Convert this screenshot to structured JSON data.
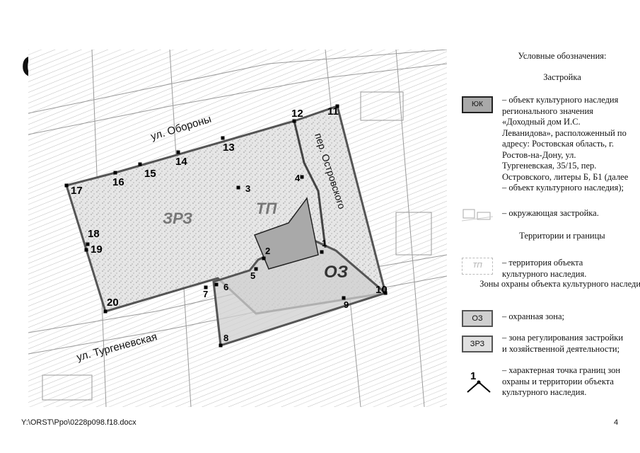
{
  "compass": {
    "letter": "С"
  },
  "map": {
    "streets": [
      {
        "label": "ул. Обороны"
      },
      {
        "label": "ул. Тургеневская"
      },
      {
        "label": "пер. Островского"
      }
    ],
    "zones": [
      {
        "label": "ЗРЗ"
      },
      {
        "label": "ТП"
      },
      {
        "label": "ОЗ"
      }
    ],
    "points": [
      "1",
      "2",
      "3",
      "4",
      "5",
      "6",
      "7",
      "8",
      "9",
      "10",
      "11",
      "12",
      "13",
      "14",
      "15",
      "16",
      "17",
      "18",
      "19",
      "20"
    ]
  },
  "legend": {
    "title": "Условные обозначения:",
    "buildings_heading": "Застройка",
    "heritage_symbol": "ЮК",
    "heritage_text": "– объект культурного наследия регионального значения «Доходный дом И.С. Леванидова», расположенный по адресу: Ростовская область, г. Ростов-на-Дону, ул. Тургеневская, 35/15, пер. Островского, литеры Б, Б1 (далее – объект культурного наследия);",
    "surrounding_text": "– окружающая застройка.",
    "territories_heading": "Территории и границы",
    "territory_symbol": "ТП",
    "territory_text": "– территория объекта культурного наследия.",
    "zones_heading": "Зоны охраны объекта культурного наследия",
    "oz_symbol": "ОЗ",
    "oz_text": "– охранная зона;",
    "zrz_symbol": "ЗРЗ",
    "zrz_text": "– зона регулирования застройки и хозяйственной деятельности;",
    "point_symbol": "1",
    "point_text": "– характерная точка границ зон охраны и территории объекта культурного наследия."
  },
  "footer": {
    "path": "Y:\\ORST\\Ppo\\0228p098.f18.docx",
    "page": "4"
  },
  "colors": {
    "heritage": "#a9a9a9",
    "boundary": "#555555",
    "zone_fill": "#d8d8d8"
  }
}
